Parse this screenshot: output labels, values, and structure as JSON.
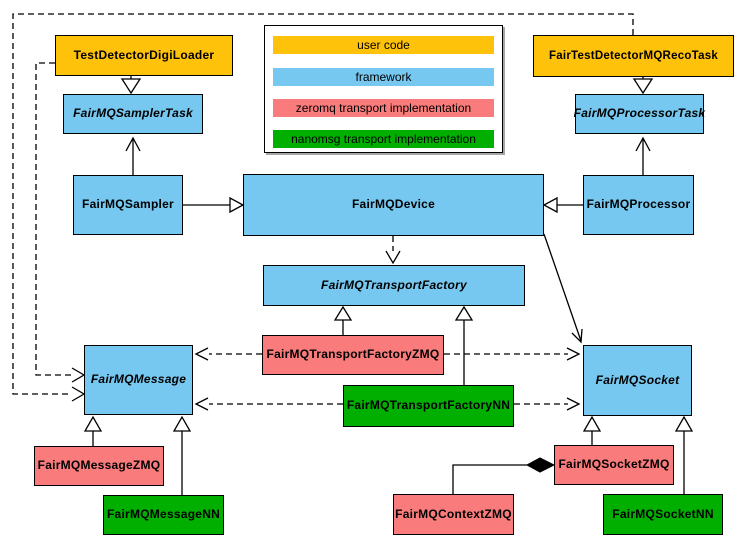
{
  "legend": {
    "items": [
      {
        "id": "user-code",
        "label": "user code",
        "color": "#FFC20A"
      },
      {
        "id": "framework",
        "label": "framework",
        "color": "#76C8F0"
      },
      {
        "id": "zeromq",
        "label": "zeromq transport implementation",
        "color": "#F97B7B"
      },
      {
        "id": "nanomsg",
        "label": "nanomsg transport implementation",
        "color": "#00AF00"
      }
    ]
  },
  "colors": {
    "user_code": "#FFC20A",
    "framework": "#76C8F0",
    "zeromq": "#F97B7B",
    "nanomsg": "#00AF00",
    "line": "#000000",
    "background": "#FFFFFF"
  },
  "nodes": {
    "digi_loader": {
      "label": "TestDetectorDigiLoader",
      "category": "user code",
      "abstract": false
    },
    "reco_task": {
      "label": "FairTestDetectorMQRecoTask",
      "category": "user code",
      "abstract": false
    },
    "sampler_task": {
      "label": "FairMQSamplerTask",
      "category": "framework",
      "abstract": true
    },
    "processor_task": {
      "label": "FairMQProcessorTask",
      "category": "framework",
      "abstract": true
    },
    "sampler": {
      "label": "FairMQSampler",
      "category": "framework",
      "abstract": false
    },
    "device": {
      "label": "FairMQDevice",
      "category": "framework",
      "abstract": false
    },
    "processor": {
      "label": "FairMQProcessor",
      "category": "framework",
      "abstract": false
    },
    "transport_factory": {
      "label": "FairMQTransportFactory",
      "category": "framework",
      "abstract": true
    },
    "message": {
      "label": "FairMQMessage",
      "category": "framework",
      "abstract": true
    },
    "socket": {
      "label": "FairMQSocket",
      "category": "framework",
      "abstract": true
    },
    "transport_factory_zmq": {
      "label": "FairMQTransportFactoryZMQ",
      "category": "zeromq",
      "abstract": false
    },
    "transport_factory_nn": {
      "label": "FairMQTransportFactoryNN",
      "category": "nanomsg",
      "abstract": false
    },
    "message_zmq": {
      "label": "FairMQMessageZMQ",
      "category": "zeromq",
      "abstract": false
    },
    "message_nn": {
      "label": "FairMQMessageNN",
      "category": "nanomsg",
      "abstract": false
    },
    "socket_zmq": {
      "label": "FairMQSocketZMQ",
      "category": "zeromq",
      "abstract": false
    },
    "socket_nn": {
      "label": "FairMQSocketNN",
      "category": "nanomsg",
      "abstract": false
    },
    "context_zmq": {
      "label": "FairMQContextZMQ",
      "category": "zeromq",
      "abstract": false
    }
  },
  "edges": [
    {
      "from": "TestDetectorDigiLoader",
      "to": "FairMQSamplerTask",
      "relation": "inheritance",
      "line": "solid",
      "marker": "hollow-triangle"
    },
    {
      "from": "FairTestDetectorMQRecoTask",
      "to": "FairMQProcessorTask",
      "relation": "inheritance",
      "line": "solid",
      "marker": "hollow-triangle"
    },
    {
      "from": "FairMQSampler",
      "to": "FairMQSamplerTask",
      "relation": "association",
      "line": "solid",
      "marker": "open-arrow"
    },
    {
      "from": "FairMQProcessor",
      "to": "FairMQProcessorTask",
      "relation": "association",
      "line": "solid",
      "marker": "open-arrow"
    },
    {
      "from": "FairMQSampler",
      "to": "FairMQDevice",
      "relation": "inheritance",
      "line": "solid",
      "marker": "hollow-triangle"
    },
    {
      "from": "FairMQProcessor",
      "to": "FairMQDevice",
      "relation": "inheritance",
      "line": "solid",
      "marker": "hollow-triangle"
    },
    {
      "from": "FairMQDevice",
      "to": "FairMQTransportFactory",
      "relation": "dependency",
      "line": "dashed",
      "marker": "open-arrow"
    },
    {
      "from": "FairMQDevice",
      "to": "FairMQSocket",
      "relation": "association",
      "line": "solid",
      "marker": "open-arrow"
    },
    {
      "from": "TestDetectorDigiLoader",
      "to": "FairMQMessage",
      "relation": "dependency",
      "line": "dashed",
      "marker": "open-arrow"
    },
    {
      "from": "FairTestDetectorMQRecoTask",
      "to": "FairMQMessage",
      "relation": "dependency",
      "line": "dashed",
      "marker": "open-arrow"
    },
    {
      "from": "FairMQTransportFactoryZMQ",
      "to": "FairMQTransportFactory",
      "relation": "inheritance",
      "line": "solid",
      "marker": "hollow-triangle"
    },
    {
      "from": "FairMQTransportFactoryNN",
      "to": "FairMQTransportFactory",
      "relation": "inheritance",
      "line": "solid",
      "marker": "hollow-triangle"
    },
    {
      "from": "FairMQTransportFactoryZMQ",
      "to": "FairMQMessage",
      "relation": "dependency",
      "line": "dashed",
      "marker": "open-arrow"
    },
    {
      "from": "FairMQTransportFactoryZMQ",
      "to": "FairMQSocket",
      "relation": "dependency",
      "line": "dashed",
      "marker": "open-arrow"
    },
    {
      "from": "FairMQTransportFactoryNN",
      "to": "FairMQMessage",
      "relation": "dependency",
      "line": "dashed",
      "marker": "open-arrow"
    },
    {
      "from": "FairMQTransportFactoryNN",
      "to": "FairMQSocket",
      "relation": "dependency",
      "line": "dashed",
      "marker": "open-arrow"
    },
    {
      "from": "FairMQMessageZMQ",
      "to": "FairMQMessage",
      "relation": "inheritance",
      "line": "solid",
      "marker": "hollow-triangle"
    },
    {
      "from": "FairMQMessageNN",
      "to": "FairMQMessage",
      "relation": "inheritance",
      "line": "solid",
      "marker": "hollow-triangle"
    },
    {
      "from": "FairMQSocketZMQ",
      "to": "FairMQSocket",
      "relation": "inheritance",
      "line": "solid",
      "marker": "hollow-triangle"
    },
    {
      "from": "FairMQSocketNN",
      "to": "FairMQSocket",
      "relation": "inheritance",
      "line": "solid",
      "marker": "hollow-triangle"
    },
    {
      "from": "FairMQContextZMQ",
      "to": "FairMQSocketZMQ",
      "relation": "composition",
      "line": "solid",
      "marker": "filled-diamond"
    }
  ]
}
